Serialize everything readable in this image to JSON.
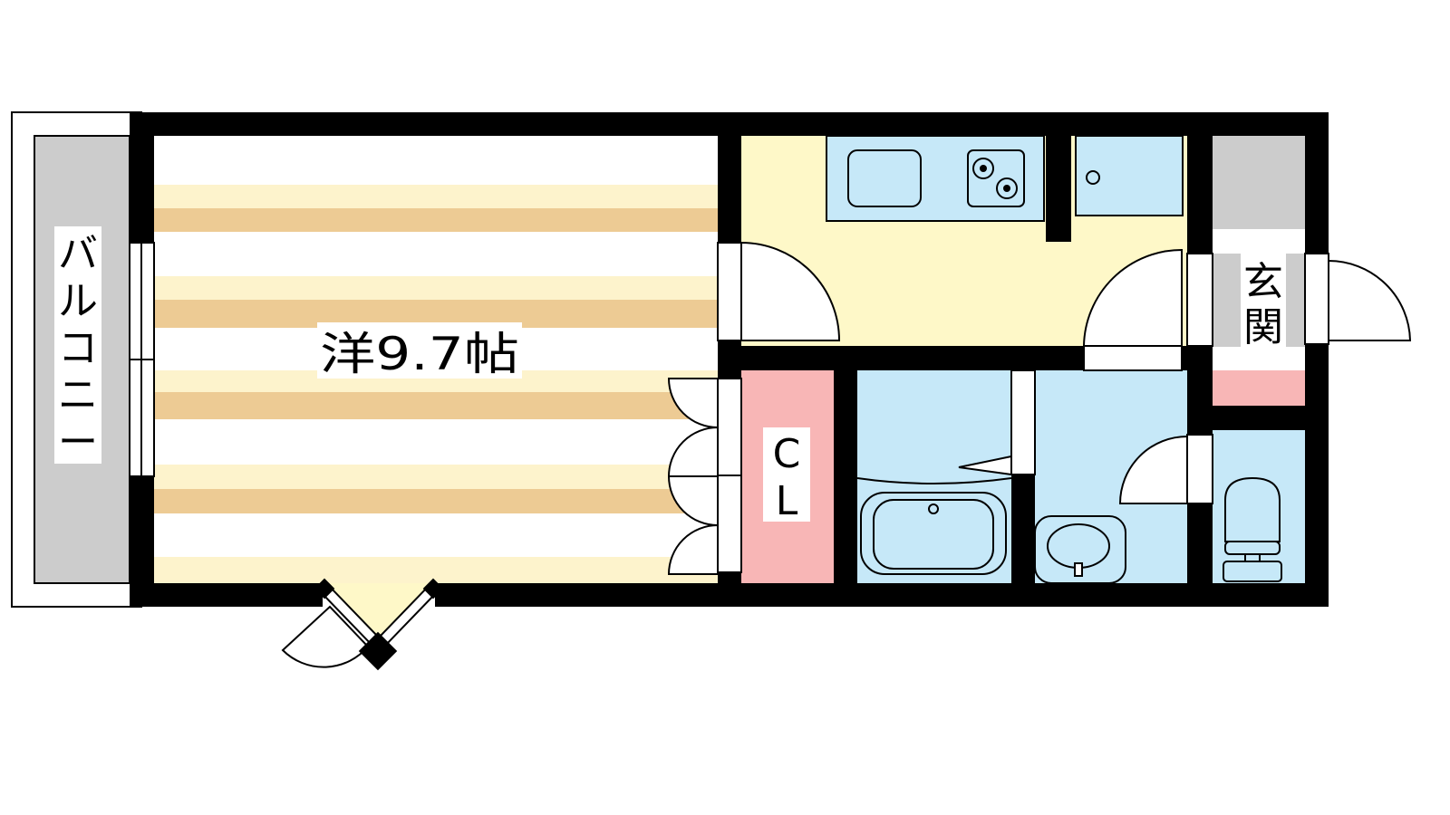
{
  "rooms": {
    "western": {
      "label": "洋9.7帖"
    },
    "balcony": {
      "label": [
        "バ",
        "ル",
        "コ",
        "ニ",
        "ー"
      ]
    },
    "closet": {
      "label": [
        "C",
        "L"
      ]
    },
    "entrance": {
      "label": [
        "玄",
        "関"
      ]
    }
  },
  "colors": {
    "wall": "#000000",
    "floor_stripe_light": "#fdf3cc",
    "floor_stripe_dark": "#edcb94",
    "kitchen_floor": "#fef8c8",
    "wet_area": "#c6e8f8",
    "closet": "#f8b6b6",
    "balcony": "#cccccc",
    "entrance": "#cccccc"
  }
}
